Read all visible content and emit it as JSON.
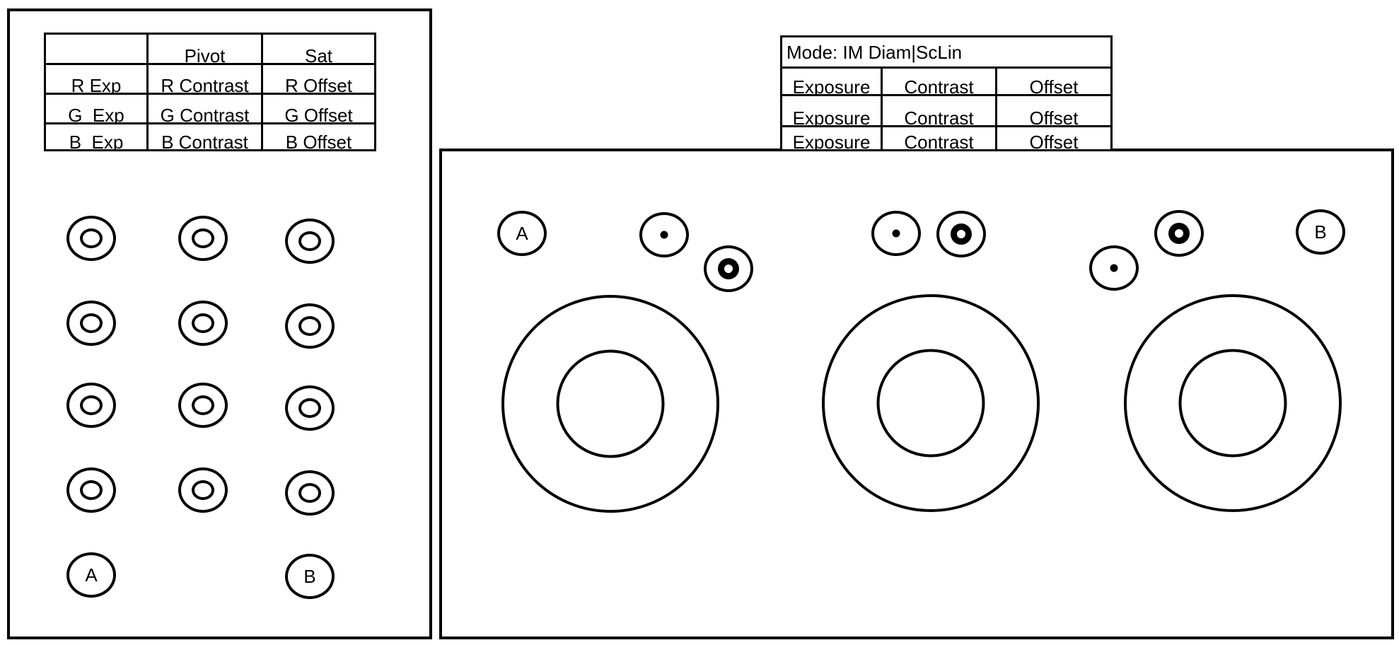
{
  "left_panel": {
    "table": {
      "header": [
        "",
        "Pivot",
        "Sat"
      ],
      "rows": [
        [
          "R Exp",
          "R Contrast",
          "R Offset"
        ],
        [
          "G  Exp",
          "G Contrast",
          "G Offset"
        ],
        [
          "B  Exp",
          "B Contrast",
          "B Offset"
        ]
      ]
    },
    "knob_grid": {
      "rows": 4,
      "cols": 3
    },
    "buttons": {
      "a_label": "A",
      "b_label": "B"
    }
  },
  "right_panel": {
    "table": {
      "mode_label": "Mode: IM Diam|ScLin",
      "rows": [
        [
          "Exposure",
          "Contrast",
          "Offset"
        ],
        [
          "Exposure",
          "Contrast",
          "Offset"
        ],
        [
          "Exposure",
          "Contrast",
          "Offset"
        ]
      ]
    },
    "buttons": {
      "a_label": "A",
      "b_label": "B"
    },
    "trackballs": [
      "trackball-left",
      "trackball-center",
      "trackball-right"
    ],
    "icons": {
      "dot_knob": "dot-knob-icon",
      "ring_knob": "ring-knob-icon"
    }
  },
  "colors": {
    "line": "#000000",
    "background": "#ffffff"
  }
}
